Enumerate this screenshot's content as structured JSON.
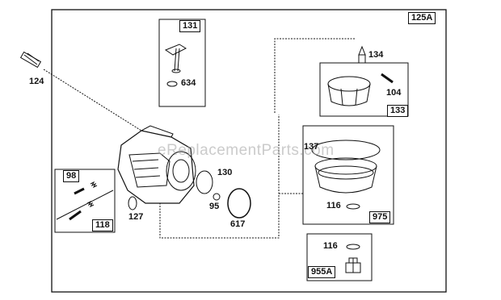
{
  "diagram": {
    "group_label": "125A",
    "watermark": "eReplacementParts.com",
    "parts": [
      {
        "id": "124",
        "boxed": false
      },
      {
        "id": "131",
        "boxed": true
      },
      {
        "id": "634",
        "boxed": false
      },
      {
        "id": "134",
        "boxed": false
      },
      {
        "id": "104",
        "boxed": false
      },
      {
        "id": "133",
        "boxed": true
      },
      {
        "id": "137",
        "boxed": false
      },
      {
        "id": "130",
        "boxed": false
      },
      {
        "id": "98",
        "boxed": true
      },
      {
        "id": "118",
        "boxed": true
      },
      {
        "id": "127",
        "boxed": false
      },
      {
        "id": "95",
        "boxed": false
      },
      {
        "id": "617",
        "boxed": false
      },
      {
        "id": "116",
        "boxed": false
      },
      {
        "id": "975",
        "boxed": true
      },
      {
        "id": "116",
        "boxed": false
      },
      {
        "id": "955A",
        "boxed": true
      }
    ]
  }
}
